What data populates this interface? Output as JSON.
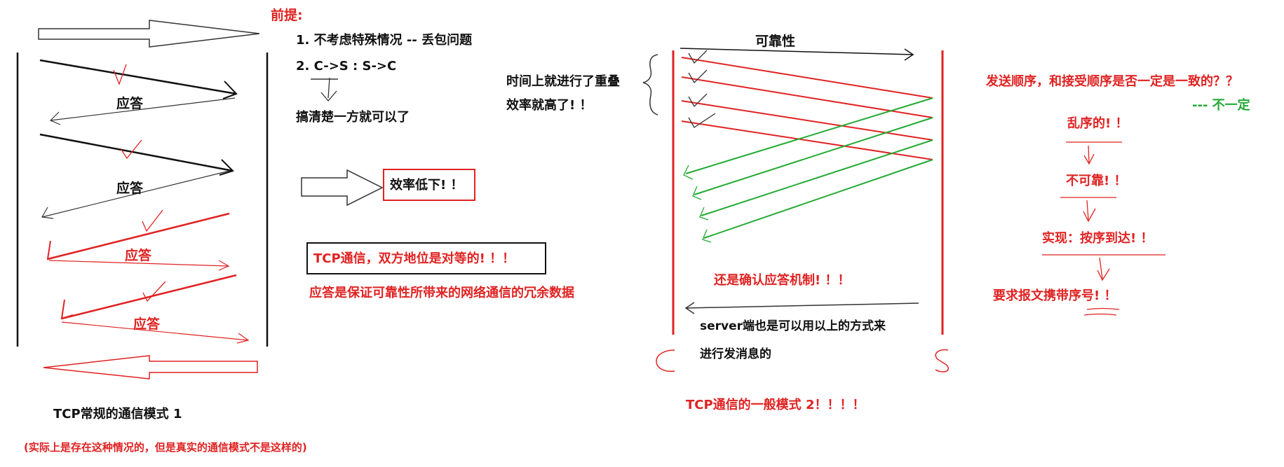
{
  "colors": {
    "black": "#111111",
    "red": "#e02222",
    "green": "#22aa33",
    "gray": "#555555"
  },
  "left": {
    "answers": [
      "应答",
      "应答",
      "应答",
      "应答"
    ],
    "caption": "TCP常规的通信模式 1",
    "note": "(实际上是存在这种情况的，但是真实的通信模式不是这样的)"
  },
  "premise": {
    "heading": "前提:",
    "line1": "1. 不考虑特殊情况  -- 丢包问题",
    "line2": "2. C->S : S->C",
    "line3": "搞清楚一方就可以了"
  },
  "efficiency_low": "效率低下! ！",
  "peer_box": "TCP通信，双方地位是对等的! ！！",
  "redundant_note": "应答是保证可靠性所带来的网络通信的冗余数据",
  "middle": {
    "reliability": "可靠性",
    "overlap_line1": "时间上就进行了重叠",
    "overlap_line2": "效率就高了! ！",
    "ack_mechanism": "还是确认应答机制! ！！",
    "server_line1": "server端也是可以用以上的方式来",
    "server_line2": "进行发消息的",
    "caption": "TCP通信的一般模式  2！！！！"
  },
  "right": {
    "question": "发送顺序，和接受顺序是否一定是一致的？？",
    "answer": "---  不一定",
    "step1": "乱序的! ！",
    "step2": "不可靠! ！",
    "step3": "实现：按序到达! ！",
    "step4": "要求报文携带序号! ！"
  }
}
